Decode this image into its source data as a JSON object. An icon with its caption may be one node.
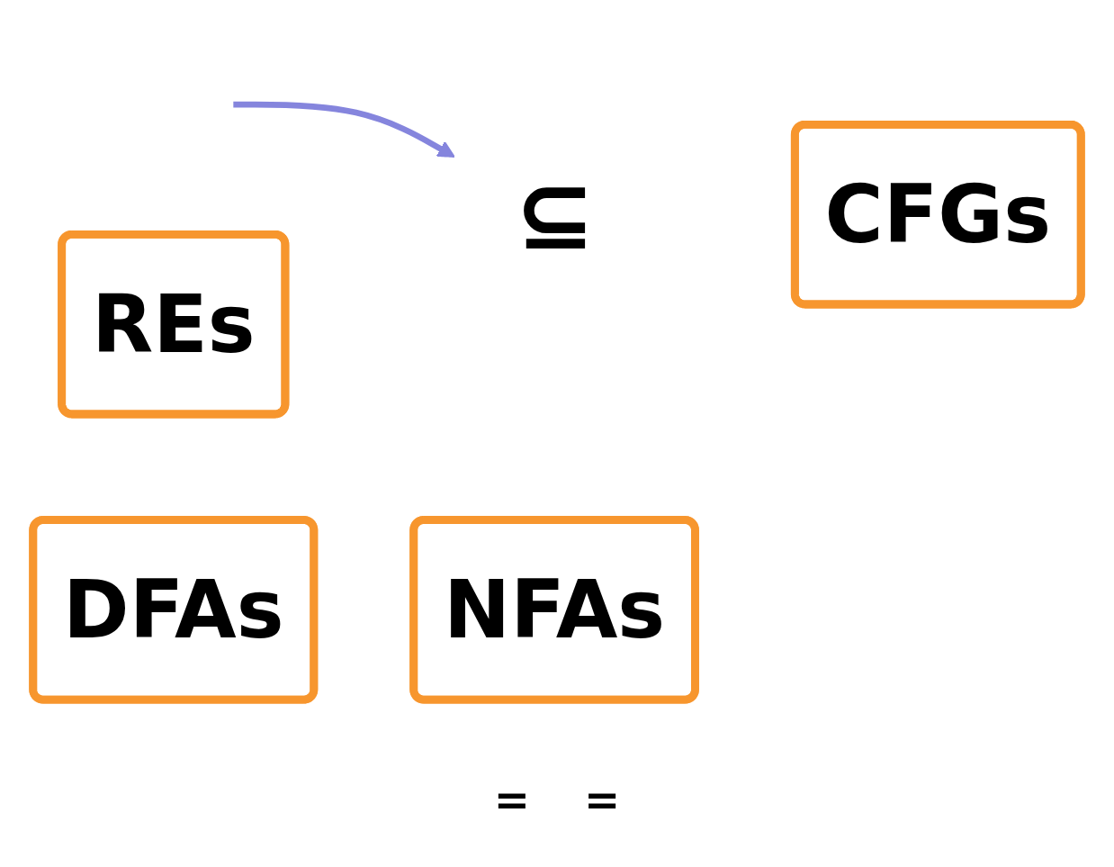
{
  "diagram": {
    "nodes": [
      {
        "text": [
          "REs"
        ]
      },
      {
        "text": [
          "⊆"
        ]
      },
      {
        "text": [
          "CFGs"
        ]
      },
      {
        "text": [
          "DFAs"
        ]
      },
      {
        "text": [
          "NFAs"
        ]
      }
    ],
    "edges": [
      {
        "from": null,
        "to": 1,
        "arrow": "to",
        "color": "#8585dd"
      }
    ],
    "labels": [
      "=",
      "="
    ]
  }
}
